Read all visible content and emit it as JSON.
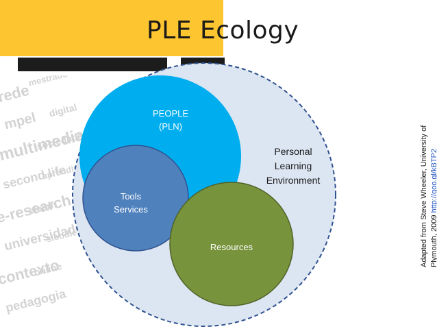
{
  "title": "PLE Ecology",
  "colors": {
    "yellow": "#fdc52f",
    "black": "#1c1c1c",
    "outer_circle": "#dce5f2",
    "outer_border": "#2f528f",
    "people": "#00aeef",
    "tools": "#4f81bd",
    "resources": "#77933c",
    "label_white": "#ffffff"
  },
  "watermark_words": [
    "rede",
    "mestrado",
    "mpel",
    "digital",
    "multimedia",
    "sociedade",
    "second life",
    "aprendizagem",
    "e-research",
    "elearn",
    "universidade",
    "sloodle",
    "contexto",
    "online",
    "pedagogia"
  ],
  "diagram": {
    "outer_label_line1": "Personal",
    "outer_label_line2": "Learning",
    "outer_label_line3": "Environment",
    "people_line1": "PEOPLE",
    "people_line2": "(PLN)",
    "tools_line1": "Tools",
    "tools_line2": "Services",
    "resources": "Resources"
  },
  "credit": {
    "line1": "Adapted from Steve Wheeler, University of",
    "line2_prefix": "Plymouth, 2009 ",
    "link": "http://goo.gl/kBTP2"
  }
}
